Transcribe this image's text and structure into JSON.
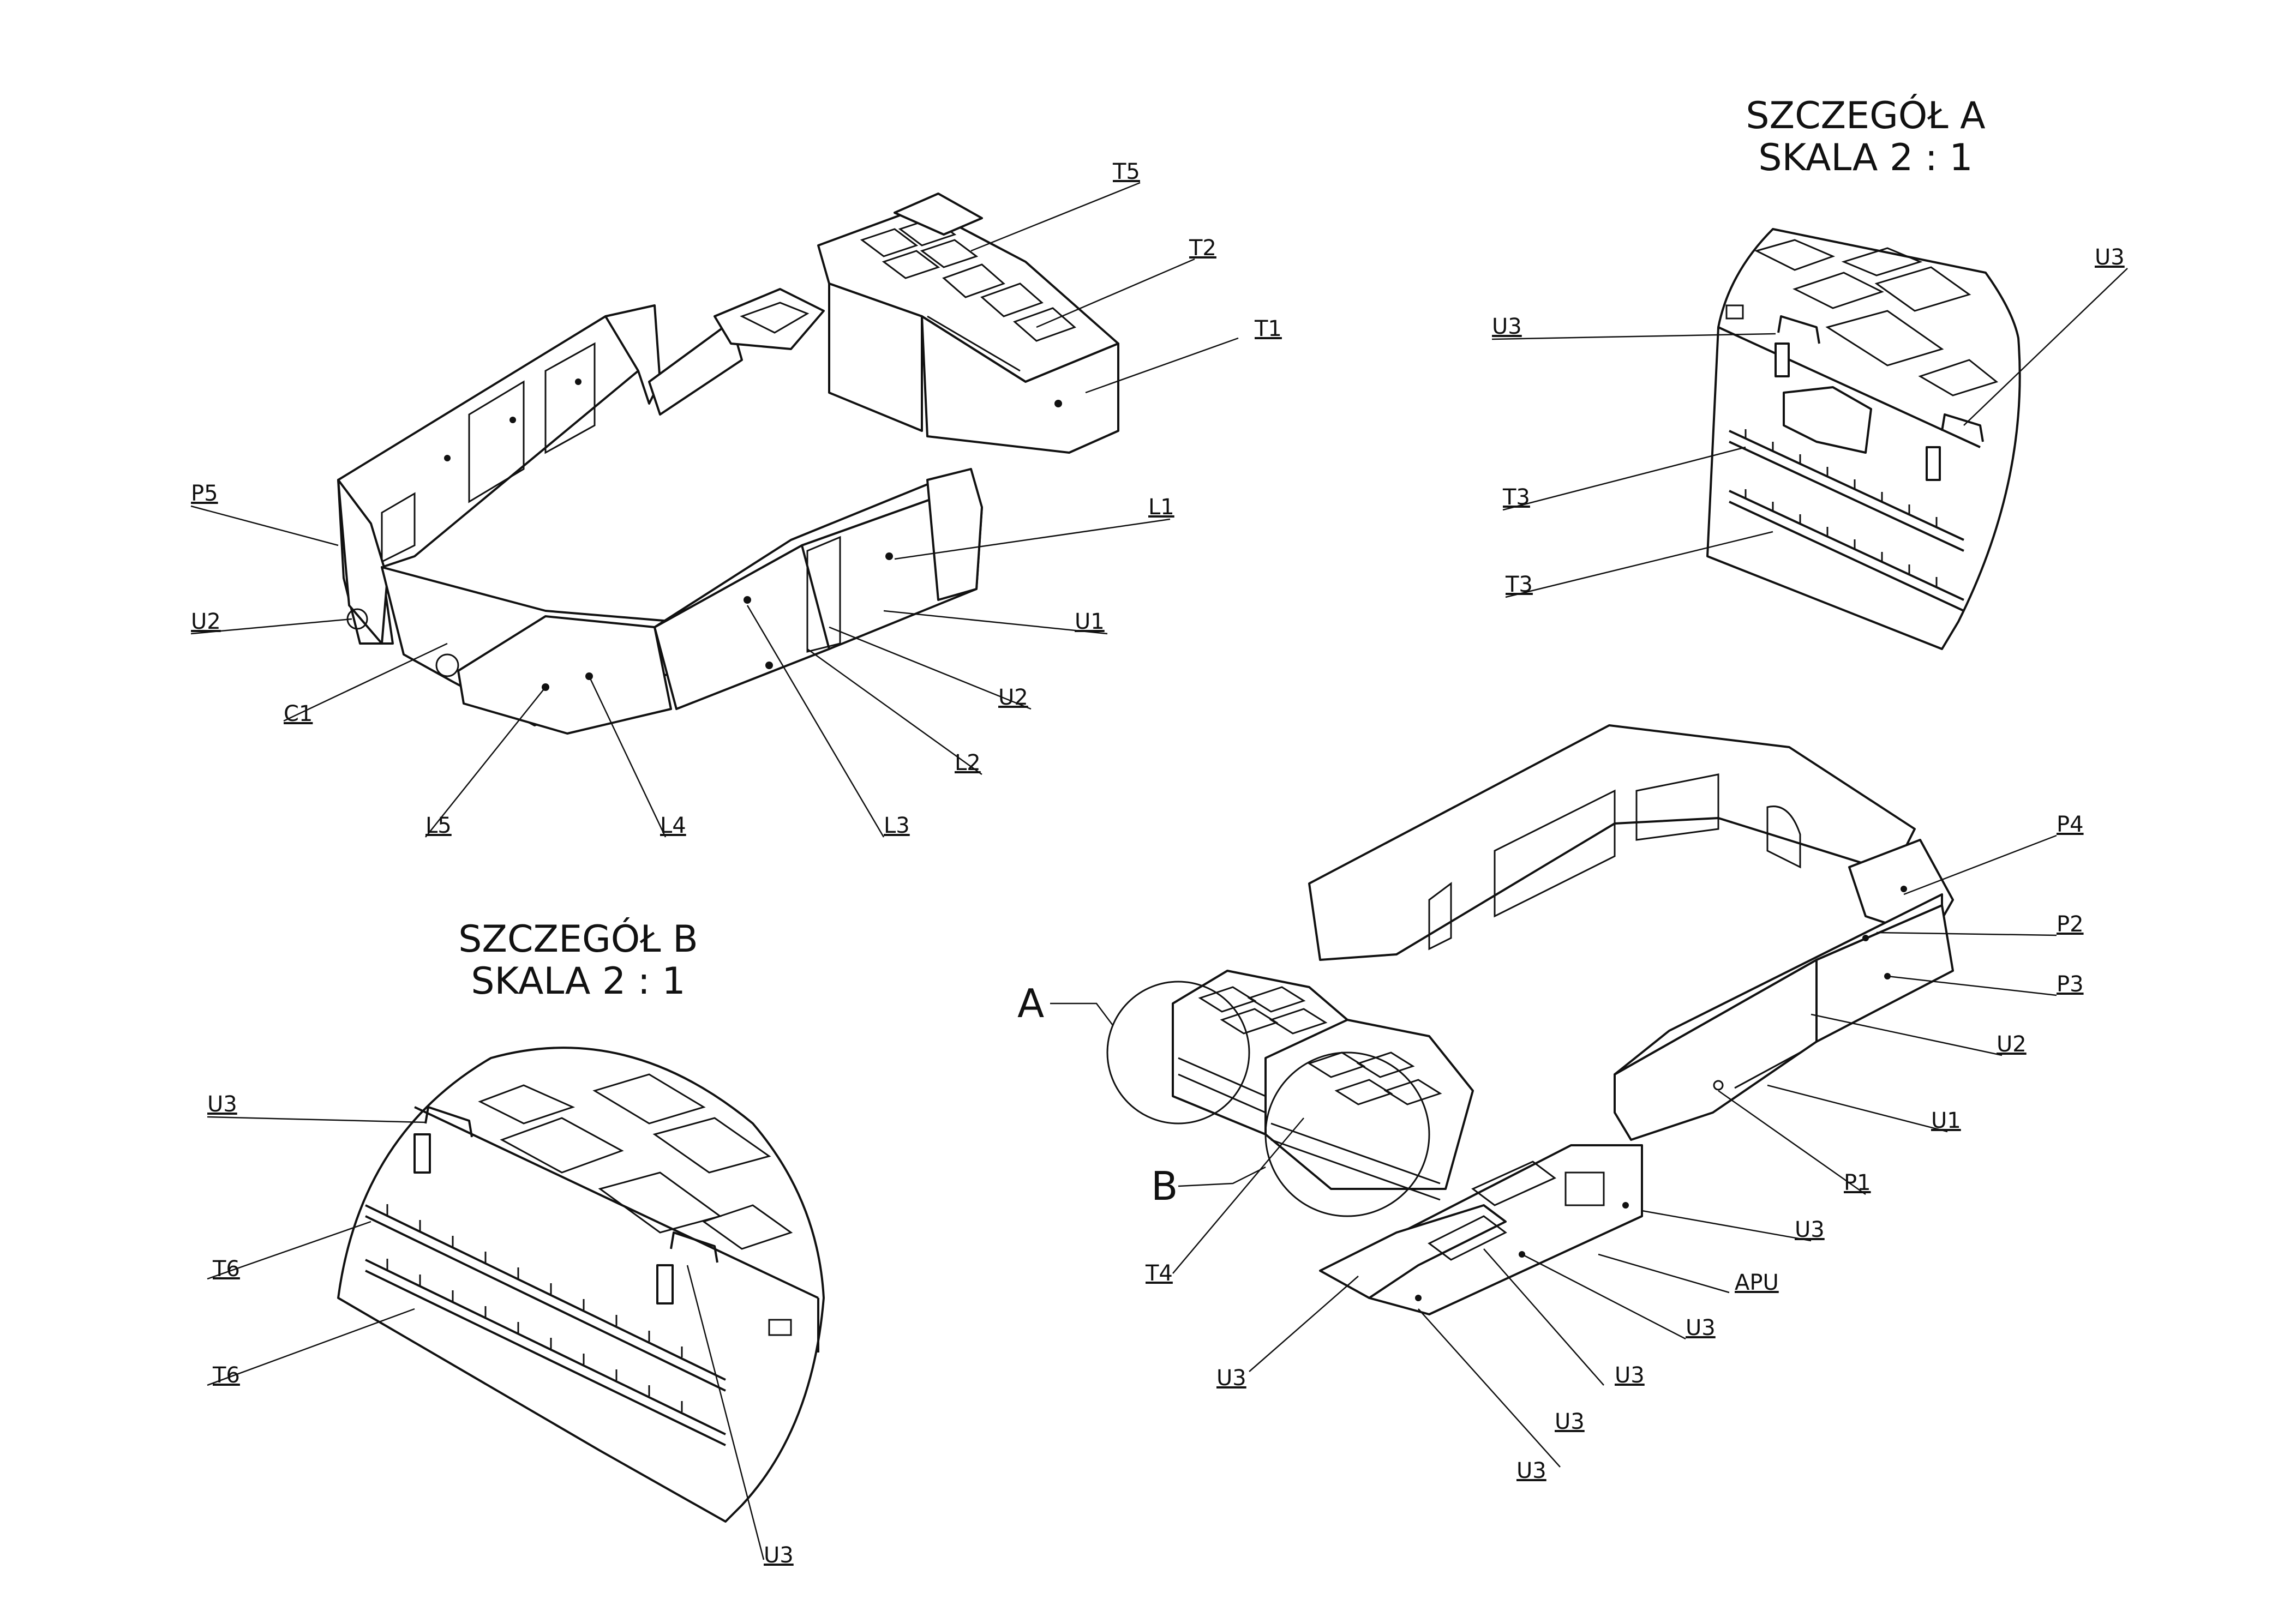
{
  "detail_a": {
    "title": "SZCZEGÓŁ A",
    "scale": "SKALA 2 : 1",
    "labels": [
      "U3",
      "U3",
      "T3",
      "T3"
    ]
  },
  "detail_b": {
    "title": "SZCZEGÓŁ B",
    "scale": "SKALA 2 : 1",
    "labels": [
      "U3",
      "T6",
      "T6",
      "U3"
    ]
  },
  "view_1": {
    "labels": [
      "T5",
      "T2",
      "T1",
      "P5",
      "L1",
      "U2",
      "U1",
      "U2",
      "C1",
      "L2",
      "L5",
      "L4",
      "L3"
    ]
  },
  "view_2": {
    "detail_markers": [
      "A",
      "B"
    ],
    "labels": [
      "P4",
      "P2",
      "P3",
      "U2",
      "U1",
      "P1",
      "U3",
      "APU",
      "U3",
      "U3",
      "T4",
      "U3",
      "U3",
      "U3"
    ]
  }
}
